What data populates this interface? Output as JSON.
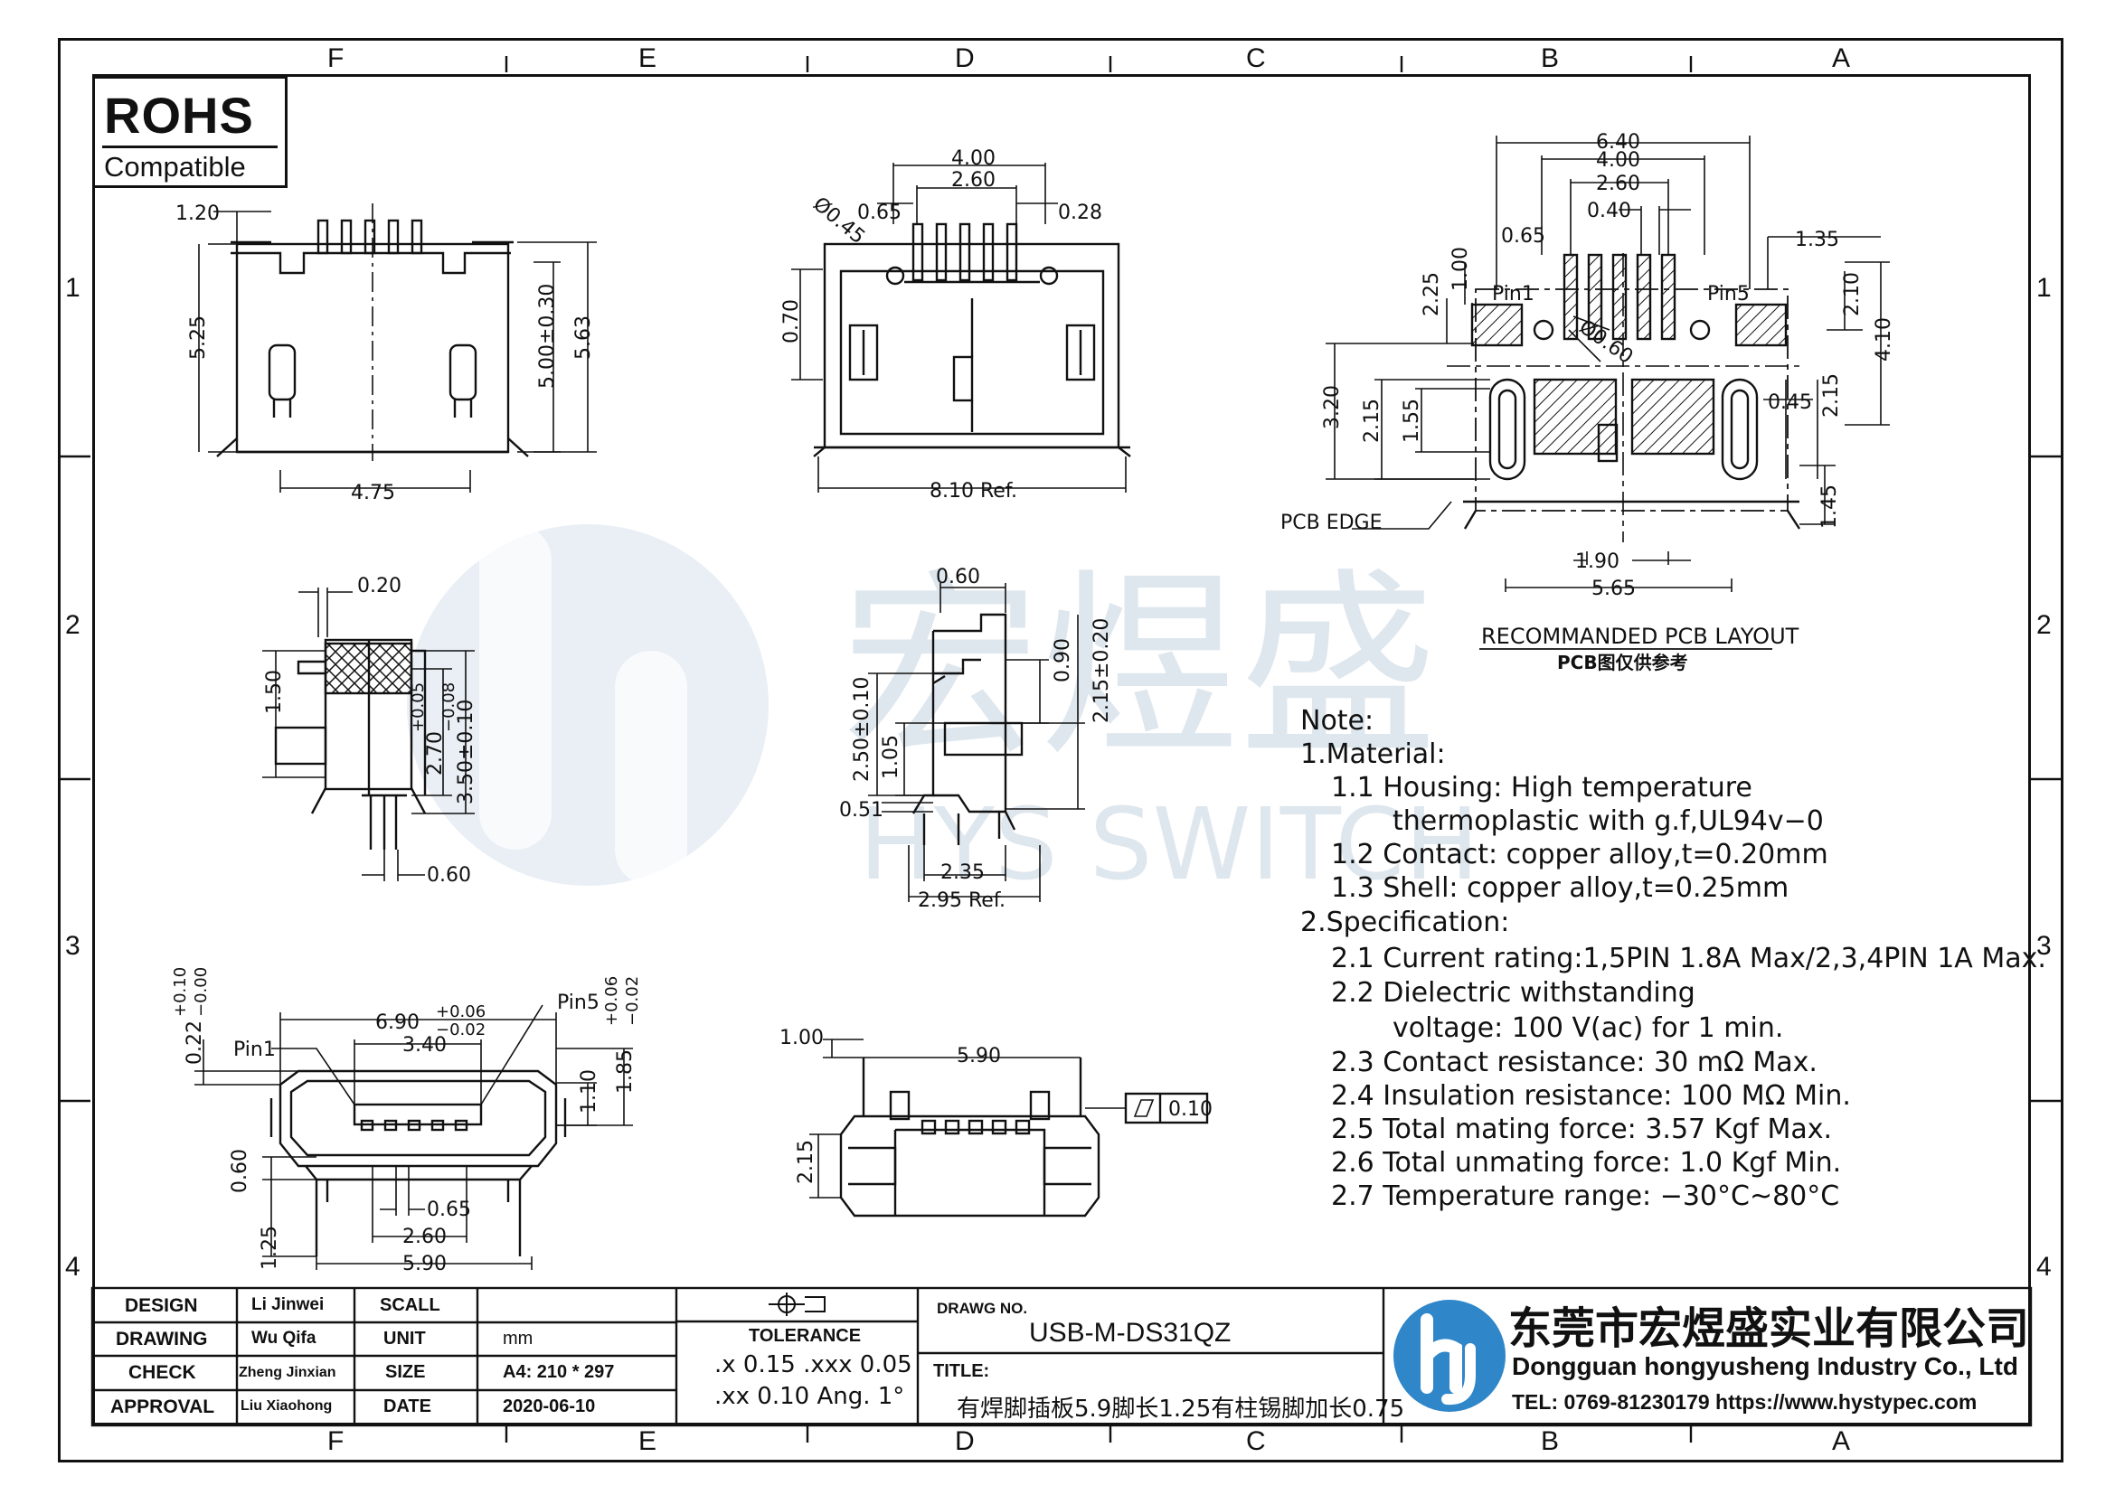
{
  "zones": {
    "columns": [
      "F",
      "E",
      "D",
      "C",
      "B",
      "A"
    ],
    "rows": [
      "1",
      "2",
      "3",
      "4"
    ]
  },
  "rohs": {
    "title": "ROHS",
    "subtitle": "Compatible"
  },
  "watermark": {
    "cn": "宏煜盛",
    "en": "HYS SWITCH"
  },
  "views": {
    "top_view": {
      "dims": [
        "1.20",
        "5.25",
        "5.00±0.30",
        "5.63",
        "4.75"
      ]
    },
    "front_view": {
      "dims": [
        "4.00",
        "2.60",
        "0.65",
        "0.28",
        "Ø0.45",
        "0.70",
        "8.10 Ref."
      ]
    },
    "pcb_layout": {
      "dims": [
        "6.40",
        "4.00",
        "2.60",
        "0.40",
        "0.65",
        "1.35",
        "1.00",
        "2.25",
        "2.10",
        "4.10",
        "Ø0.60",
        "Pin1",
        "Pin5",
        "2.15",
        "0.45",
        "3.20",
        "2.15",
        "1.55",
        "1.45",
        "1.90",
        "5.65"
      ],
      "edge_label": "PCB EDGE",
      "title": "RECOMMANDED PCB LAYOUT",
      "subtitle": "PCB图仅供参考"
    },
    "side_view_left": {
      "dims": [
        "0.20",
        "1.50",
        "2.70",
        "+0.05",
        "−0.08",
        "3.50±0.10",
        "0.60"
      ]
    },
    "side_view_mid": {
      "dims": [
        "0.60",
        "0.90",
        "2.15±0.20",
        "2.50±0.10",
        "1.05",
        "0.51",
        "2.35",
        "2.95 Ref."
      ]
    },
    "bottom_view": {
      "dims": [
        "0.22",
        "+0.10",
        "−0.00",
        "6.90",
        "+0.06",
        "−0.02",
        "3.40",
        "Pin1",
        "Pin5",
        "1.10",
        "1.85",
        "+0.06",
        "−0.02",
        "0.60",
        "1.25",
        "0.65",
        "2.60",
        "5.90"
      ]
    },
    "rear_view": {
      "dims": [
        "1.00",
        "5.90",
        "0.10",
        "2.15"
      ]
    }
  },
  "notes": {
    "lines": [
      "Note:",
      "1.Material:",
      "1.1  Housing: High temperature",
      "thermoplastic with g.f,UL94v−0",
      "1.2  Contact: copper alloy,t=0.20mm",
      "1.3  Shell: copper alloy,t=0.25mm",
      "2.Specification:",
      "2.1  Current rating:1,5PIN 1.8A Max/2,3,4PIN 1A Max.",
      "2.2  Dielectric withstanding",
      "voltage: 100 V(ac) for 1 min.",
      "2.3  Contact resistance: 30 mΩ Max.",
      "2.4  Insulation resistance: 100 MΩ Min.",
      "2.5  Total mating force: 3.57 Kgf Max.",
      "2.6  Total unmating force: 1.0 Kgf Min.",
      "2.7  Temperature range: −30°C~80°C"
    ]
  },
  "title_block": {
    "rows": [
      {
        "label": "DESIGN",
        "name": "Li Jinwei",
        "key": "SCALL",
        "value": ""
      },
      {
        "label": "DRAWING",
        "name": "Wu Qifa",
        "key": "UNIT",
        "value": "mm"
      },
      {
        "label": "CHECK",
        "name": "Zheng Jinxian",
        "key": "SIZE",
        "value": "A4: 210 * 297"
      },
      {
        "label": "APPROVAL",
        "name": "Liu Xiaohong",
        "key": "DATE",
        "value": "2020-06-10"
      }
    ],
    "tolerance": {
      "label": "TOLERANCE",
      "line1": ".x  0.15 .xxx 0.05",
      "line2": ".xx 0.10  Ang. 1°"
    },
    "drawing_no_label": "DRAWG NO.",
    "drawing_no": "USB-M-DS31QZ",
    "title_label": "TITLE:",
    "title": "有焊脚插板5.9脚长1.25有柱锡脚加长0.75",
    "company_cn": "东莞市宏煜盛实业有限公司",
    "company_en": "Dongguan hongyusheng Industry Co., Ltd",
    "contact": "TEL: 0769-81230179   https://www.hystypec.com"
  },
  "colors": {
    "ink": "#111111",
    "logo_blue": "#2f86c8",
    "watermark": "#dfe7ee"
  }
}
